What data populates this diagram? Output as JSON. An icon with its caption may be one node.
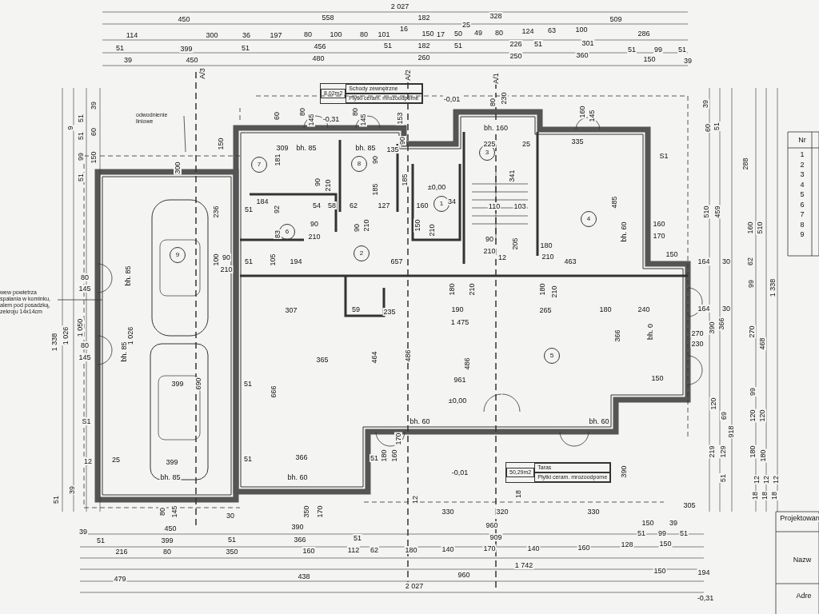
{
  "diagram": {
    "nodes": [
      {
        "text": [
          "Schody zewnętrzne",
          "8,02m2",
          "Płytki ceram. mrozoodporne"
        ]
      },
      {
        "text": [
          "3"
        ]
      },
      {
        "text": [
          "8"
        ]
      },
      {
        "text": [
          "7"
        ]
      },
      {
        "text": [
          "1"
        ]
      },
      {
        "text": [
          "4"
        ]
      },
      {
        "text": [
          "6"
        ]
      },
      {
        "text": [
          "2"
        ]
      },
      {
        "text": [
          "9"
        ]
      },
      {
        "text": [
          "5"
        ]
      },
      {
        "text": [
          "Taras",
          "50,29m2",
          "Płytki ceram. mrozoodporne"
        ]
      },
      {
        "text": [
          "odwodnienie liniowe"
        ]
      },
      {
        "text": [
          "wew powietrza spalania w kominku, alem pod posadzką, zekroju 14x14cm"
        ]
      }
    ],
    "edges": [
      {
        "from": 11,
        "to": null,
        "arrow": "none"
      },
      {
        "from": 12,
        "to": null,
        "arrow": "none"
      }
    ],
    "labels": [
      "2 027",
      "450",
      "558",
      "182",
      "328",
      "509",
      "16",
      "114",
      "300",
      "36",
      "197",
      "80",
      "100",
      "80",
      "101",
      "150",
      "17",
      "25",
      "50",
      "49",
      "80",
      "124",
      "63",
      "100",
      "286",
      "51",
      "399",
      "51",
      "456",
      "51",
      "182",
      "51",
      "226",
      "51",
      "301",
      "51",
      "99",
      "51",
      "39",
      "450",
      "480",
      "260",
      "250",
      "360",
      "150",
      "39",
      "A/3",
      "A/2",
      "A/1",
      "9",
      "51",
      "51",
      "99",
      "51",
      "39",
      "60",
      "150",
      "1 338",
      "1 026",
      "1 050",
      "1 026",
      "51",
      "39",
      "bh. 85",
      "bh. 85",
      "80",
      "145",
      "80",
      "145",
      "S1",
      "399",
      "690",
      "12",
      "25",
      "399",
      "bh. 85",
      "236",
      "100",
      "90",
      "210",
      "300",
      "150",
      "80",
      "145",
      "-0,31",
      "-0,01",
      "60",
      "80",
      "145",
      "80",
      "145",
      "153",
      "90",
      "80",
      "230",
      "160",
      "145",
      "309",
      "bh. 85",
      "bh. 85",
      "135",
      "bh. 160",
      "225",
      "25",
      "335",
      "S1",
      "181",
      "90",
      "210",
      "90",
      "185",
      "185",
      "±0,00",
      "341",
      "51",
      "184",
      "92",
      "54",
      "58",
      "62",
      "127",
      "160",
      "34",
      "110",
      "103",
      "485",
      "90",
      "210",
      "83",
      "90",
      "210",
      "150",
      "210",
      "90",
      "210",
      "205",
      "180",
      "210",
      "bh. 60",
      "160",
      "170",
      "51",
      "194",
      "105",
      "657",
      "463",
      "12",
      "150",
      "164",
      "30",
      "307",
      "235",
      "190",
      "265",
      "180",
      "240",
      "1 475",
      "180",
      "210",
      "180",
      "210",
      "59",
      "164",
      "30",
      "270",
      "230",
      "bh. 0",
      "366",
      "365",
      "666",
      "464",
      "486",
      "486",
      "961",
      "±0,00",
      "150",
      "bh. 60",
      "bh. 60",
      "366",
      "bh. 60",
      "51",
      "51",
      "51",
      "-0,01",
      "180",
      "160",
      "170",
      "330",
      "320",
      "330",
      "305",
      "390",
      "30",
      "350",
      "170",
      "18",
      "12",
      "39",
      "450",
      "390",
      "960",
      "150",
      "39",
      "51",
      "399",
      "51",
      "366",
      "51",
      "909",
      "51",
      "99",
      "51",
      "216",
      "80",
      "350",
      "160",
      "112",
      "62",
      "180",
      "140",
      "170",
      "140",
      "160",
      "128",
      "150",
      "1 742",
      "479",
      "438",
      "960",
      "150",
      "194",
      "2 027",
      "-0,31",
      "39",
      "60",
      "51",
      "510",
      "459",
      "288",
      "160",
      "510",
      "62",
      "99",
      "1 338",
      "390",
      "366",
      "270",
      "468",
      "99",
      "120",
      "69",
      "918",
      "120",
      "120",
      "219",
      "129",
      "180",
      "180",
      "51",
      "12",
      "18",
      "12",
      "18",
      "12",
      "18",
      "Nr",
      "1",
      "2",
      "3",
      "4",
      "5",
      "6",
      "7",
      "8",
      "9",
      "Projektowan",
      "Nazw",
      "Adre"
    ]
  }
}
